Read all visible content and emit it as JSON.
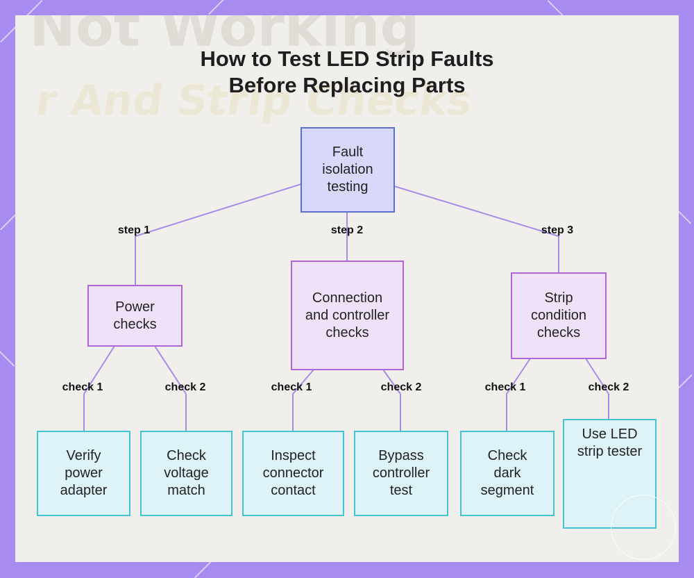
{
  "title": "How to Test LED Strip Faults Before Replacing Parts",
  "background_watermark": [
    "Not Working",
    "r And Strip Checks"
  ],
  "colors": {
    "frame": "#a78bf0",
    "root_fill": "#d8d8fa",
    "root_border": "#5a6fcf",
    "branch_fill": "#efe2f8",
    "branch_border": "#b065d6",
    "leaf_fill": "#ddf3f7",
    "leaf_border": "#46c3d3",
    "connector": "#a98be6"
  },
  "root": {
    "label": "Fault isolation testing"
  },
  "branches": [
    {
      "edge_label": "step 1",
      "label": "Power checks",
      "children": [
        {
          "edge_label": "check 1",
          "label": "Verify power adapter"
        },
        {
          "edge_label": "check 2",
          "label": "Check voltage match"
        }
      ]
    },
    {
      "edge_label": "step 2",
      "label": "Connection and controller checks",
      "children": [
        {
          "edge_label": "check 1",
          "label": "Inspect connector contact"
        },
        {
          "edge_label": "check 2",
          "label": "Bypass controller test"
        }
      ]
    },
    {
      "edge_label": "step 3",
      "label": "Strip condition checks",
      "children": [
        {
          "edge_label": "check 1",
          "label": "Check dark segment"
        },
        {
          "edge_label": "check 2",
          "label": "Use LED strip tester"
        }
      ]
    }
  ]
}
